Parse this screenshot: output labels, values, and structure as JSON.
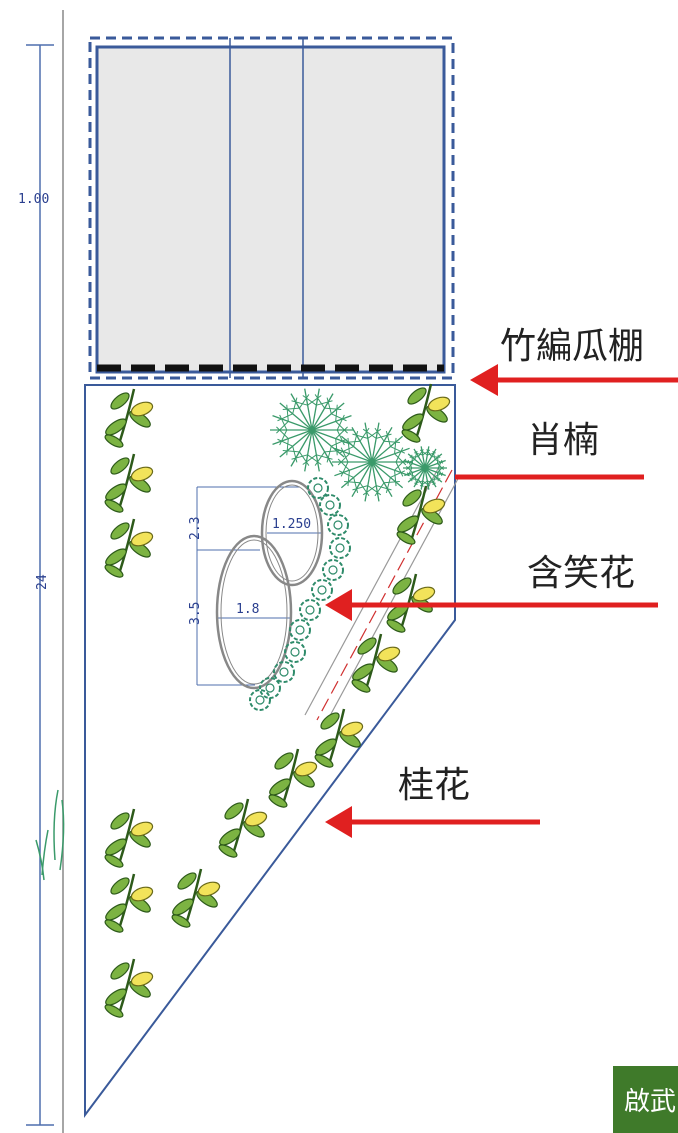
{
  "dimensions": {
    "top_width": "1.00",
    "height_total": "24",
    "ellipse_upper_height": "2.3",
    "ellipse_lower_height": "3.5",
    "ellipse_upper_width": "1.250",
    "ellipse_lower_width": "1.8"
  },
  "labels": {
    "trellis": "竹編瓜棚",
    "tree": "肖楠",
    "michelia": "含笑花",
    "osmanthus": "桂花"
  },
  "brand": {
    "text": "啟武"
  },
  "colors": {
    "outline": "#3a5a9a",
    "arrow": "#e02020",
    "leaf": "#7cb342",
    "flower": "#f2e35a",
    "conifer": "#3a9a6a",
    "hedge": "#2e8b6a",
    "brand_bg": "#3f7a2a",
    "trellis_fill": "#e8e8e8"
  }
}
